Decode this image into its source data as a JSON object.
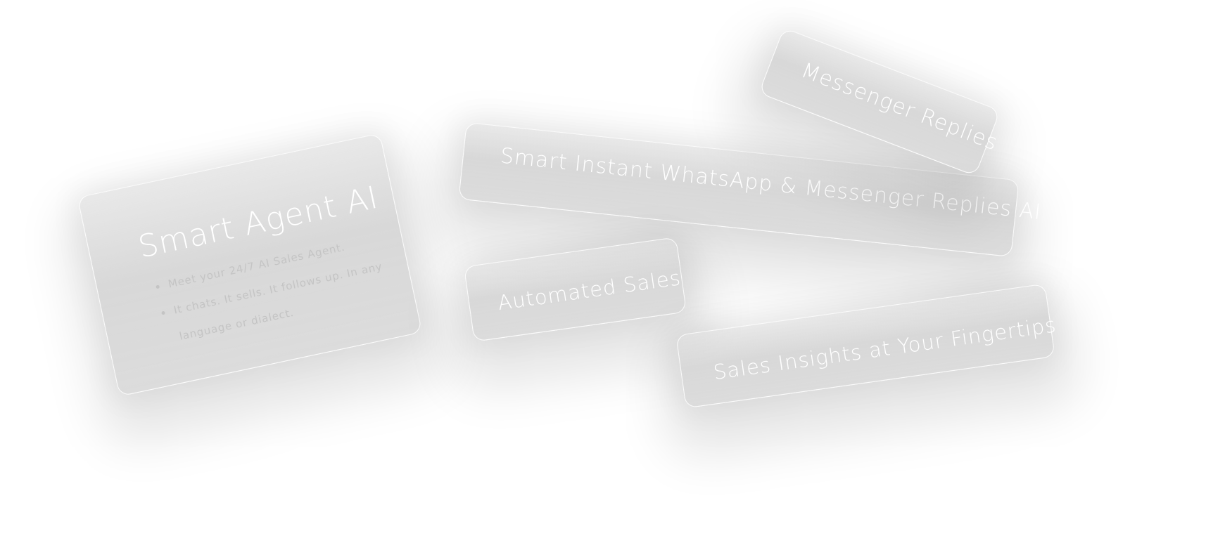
{
  "cards": {
    "agent": {
      "title": "Smart Agent AI",
      "bullets": [
        "Meet your 24/7 AI Sales Agent.",
        "It chats. It sells. It follows up. In any language or dialect."
      ]
    },
    "main": {
      "title": "Smart Instant WhatsApp & Messenger Replies AI"
    },
    "messenger": {
      "title": "Messenger Replies"
    },
    "automated": {
      "title": "Automated Sales"
    },
    "insights": {
      "title": "Sales Insights at Your Fingertips"
    }
  }
}
